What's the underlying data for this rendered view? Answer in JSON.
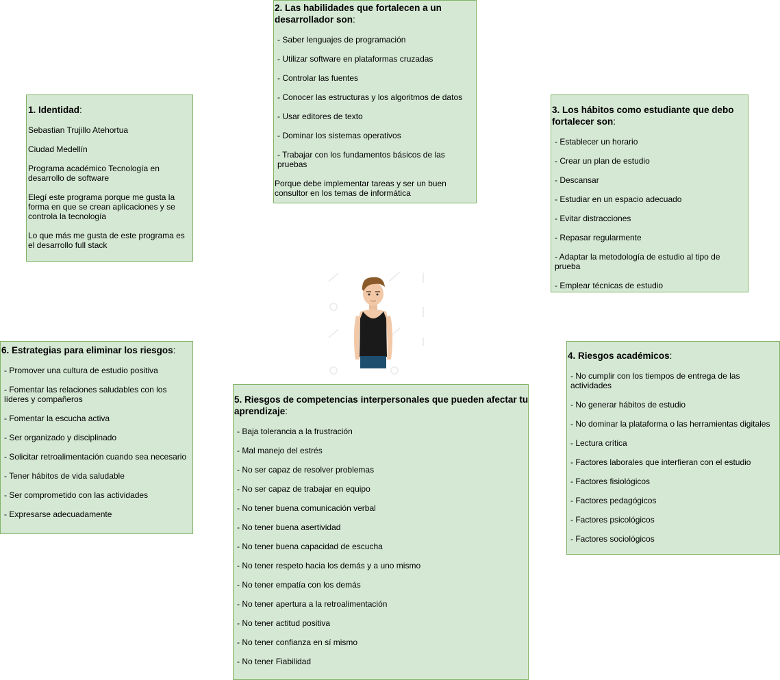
{
  "box1": {
    "title": "1. Identidad",
    "title_suffix": ":",
    "items": [
      "Sebastian Trujillo Atehortua",
      "Ciudad Medellín",
      "Programa académico Tecnología en desarrollo de software",
      "Elegí este programa porque me gusta la forma en que se crean aplicaciones y se controla la tecnología",
      "Lo que más me gusta de este programa es el desarrollo full stack"
    ]
  },
  "box2": {
    "title": "2. Las habilidades que fortalecen a un desarrollador son",
    "title_suffix": ":",
    "items": [
      " - Saber lenguajes de programación",
      " - Utilizar software en plataformas cruzadas",
      " - Controlar las fuentes",
      " - Conocer las estructuras y los algoritmos de datos",
      " - Usar editores de texto",
      " - Dominar los sistemas operativos",
      " - Trabajar con los fundamentos básicos de las pruebas"
    ],
    "closing": "Porque debe implementar tareas y ser un buen consultor en los temas de informática"
  },
  "box3": {
    "title": "3. Los hábitos como estudiante que debo fortalecer son",
    "title_suffix": ":",
    "items": [
      " - Establecer un horario",
      " - Crear un plan de estudio",
      " - Descansar",
      " - Estudiar en un espacio adecuado",
      " - Evitar distracciones",
      " - Repasar regularmente",
      " - Adaptar la metodología de estudio al tipo de prueba",
      " - Emplear técnicas de estudio"
    ]
  },
  "box4": {
    "title": "4. Riesgos académicos",
    "title_suffix": ":",
    "items": [
      " - No cumplir con los tiempos de entrega de las actividades",
      " - No generar hábitos de estudio",
      " - No dominar la plataforma o las herramientas digitales",
      " - Lectura crítica",
      " - Factores laborales que interfieran con el estudio",
      " - Factores fisiológicos",
      " - Factores pedagógicos",
      " - Factores psicológicos",
      " - Factores sociológicos"
    ]
  },
  "box5": {
    "title": "5. Riesgos de competencias interpersonales que pueden afectar tu aprendizaje",
    "title_suffix": ":",
    "items": [
      " - Baja tolerancia a la frustración",
      " - Mal manejo del estrés",
      " - No ser capaz de resolver problemas",
      " - No ser capaz de trabajar en equipo",
      " - No tener buena comunicación verbal",
      " - No tener buena asertividad",
      " - No tener buena capacidad de escucha",
      " - No tener respeto hacia los demás y a uno mismo",
      " - No tener empatía con los demás",
      " - No tener apertura a la retroalimentación",
      " - No tener actitud positiva",
      " - No tener confianza en sí mismo",
      " - No tener Fiabilidad"
    ]
  },
  "box6": {
    "title": "6. Estrategias para eliminar los riesgos",
    "title_suffix": ":",
    "items": [
      " - Promover una cultura de estudio positiva",
      " - Fomentar las relaciones saludables con los líderes y compañeros",
      " - Fomentar la escucha activa",
      " - Ser organizado y disciplinado",
      " - Solicitar retroalimentación cuando sea necesario",
      " - Tener hábitos de vida saludable",
      " - Ser comprometido con las actividades",
      " - Expresarse adecuadamente"
    ]
  },
  "colors": {
    "box_fill": "#d5e8d4",
    "box_border": "#82b366"
  },
  "avatar": {
    "icon": "student-avatar-icon"
  }
}
